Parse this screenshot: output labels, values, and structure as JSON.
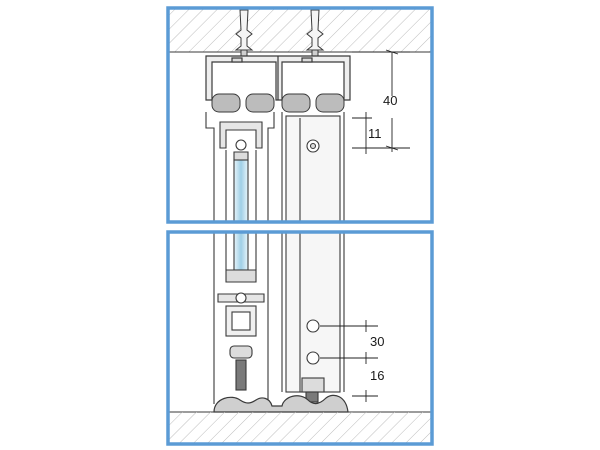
{
  "colors": {
    "frame": "#5b9bd5",
    "line": "#3a3a3a",
    "hatch": "#bdbdbd",
    "profile_fill": "#dcdcdc",
    "roller_fill": "#bcbcbc",
    "glass_fill": "#9fcfe6",
    "dim_line": "#222222"
  },
  "top_detail": {
    "dimensions": [
      {
        "label": "40"
      },
      {
        "label": "11"
      }
    ]
  },
  "bottom_detail": {
    "dimensions": [
      {
        "label": "30"
      },
      {
        "label": "16"
      }
    ]
  }
}
